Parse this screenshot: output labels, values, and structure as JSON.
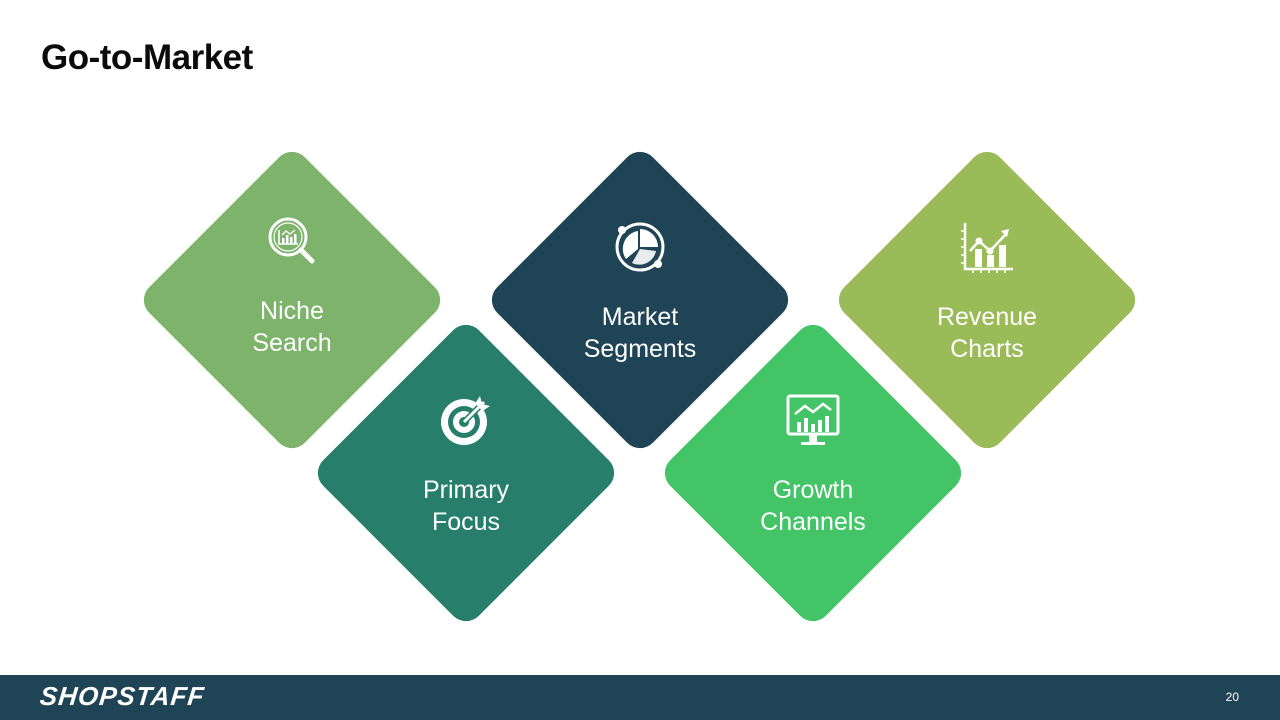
{
  "slide": {
    "title": "Go-to-Market",
    "page_number": "20"
  },
  "items": [
    {
      "line1": "Niche",
      "line2": "Search",
      "color": "#7db36b",
      "icon": "magnifier-chart-icon"
    },
    {
      "line1": "Market",
      "line2": "Segments",
      "color": "#1f4456",
      "icon": "pie-chart-icon"
    },
    {
      "line1": "Revenue",
      "line2": "Charts",
      "color": "#9bbb59",
      "icon": "line-bar-chart-icon"
    },
    {
      "line1": "Primary",
      "line2": "Focus",
      "color": "#277f6b",
      "icon": "target-icon"
    },
    {
      "line1": "Growth",
      "line2": "Channels",
      "color": "#43c467",
      "icon": "monitor-chart-icon"
    }
  ],
  "footer": {
    "logo_text": "SHOPSTAFF",
    "background": "#1f4456"
  }
}
